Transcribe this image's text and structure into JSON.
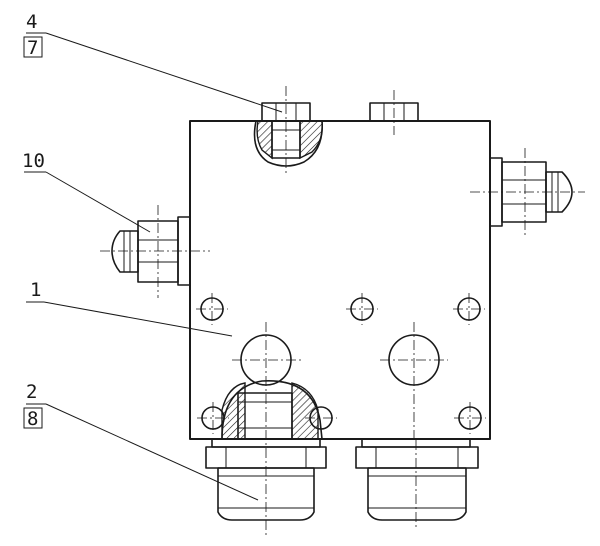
{
  "callouts": {
    "c4": "4",
    "c7": "7",
    "c10": "10",
    "c1": "1",
    "c2": "2",
    "c8": "8"
  },
  "colors": {
    "ink": "#1a1a1a",
    "paper": "#ffffff"
  }
}
